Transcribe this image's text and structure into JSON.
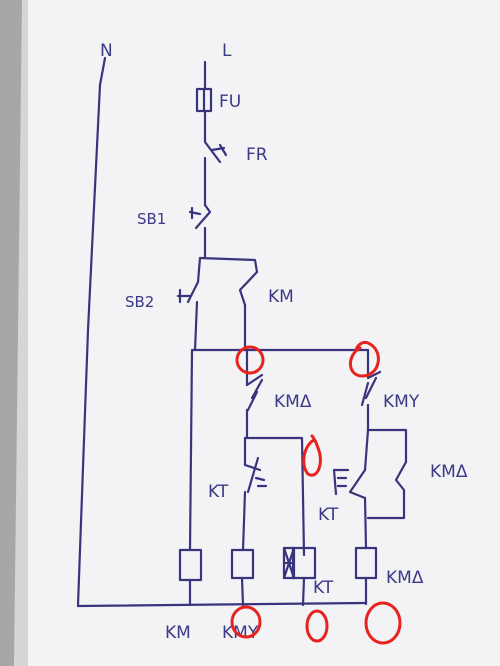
{
  "diagram": {
    "rails": {
      "neutral": "N",
      "line": "L"
    },
    "components": {
      "fuse": "FU",
      "overload": "FR",
      "stop_button": "SB1",
      "start_button": "SB2",
      "main_holding_contact": "KM",
      "delta_nc_contact": "KMΔ",
      "star_nc_contact": "KMY",
      "delta_holding_contact": "KMΔ",
      "timer_nc_contact": "KT",
      "timer_no_contact": "KT"
    },
    "coils": [
      "KM",
      "KMY",
      "KT",
      "KMΔ"
    ],
    "colors": {
      "ink": "#38357c",
      "annotation": "#e8231f",
      "paper": "#f4f4f6"
    }
  }
}
